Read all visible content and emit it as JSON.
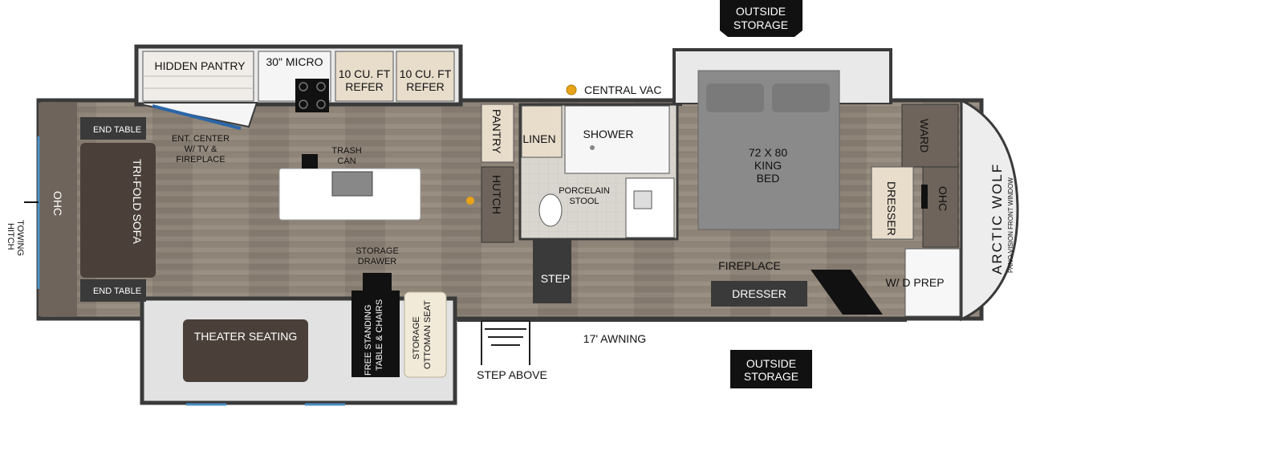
{
  "labels": {
    "outside_storage_top": [
      "OUTSIDE",
      "STORAGE"
    ],
    "outside_storage_bottom": [
      "OUTSIDE",
      "STORAGE"
    ],
    "hidden_pantry": "HIDDEN PANTRY",
    "micro": "30\" MICRO",
    "refer1": [
      "10 CU. FT",
      "REFER"
    ],
    "refer2": [
      "10 CU. FT",
      "REFER"
    ],
    "central_vac": "CENTRAL VAC",
    "pantry": "PANTRY",
    "linen": "LINEN",
    "shower": "SHOWER",
    "bed": [
      "72 X 80",
      "KING",
      "BED"
    ],
    "ward": "WARD",
    "dresser_bedroom": "DRESSER",
    "ohc_front": "OHC",
    "brand": "ARCTIC WOLF",
    "brand_sub": "PANO-VISION FRONT WINDOW",
    "end_table_top": "END TABLE",
    "end_table_bottom": "END TABLE",
    "ent_center": [
      "ENT. CENTER",
      "W/ TV &",
      "FIREPLACE"
    ],
    "trash_can": [
      "TRASH",
      "CAN"
    ],
    "hutch": "HUTCH",
    "porcelain_stool": [
      "PORCELAIN",
      "STOOL"
    ],
    "tri_fold_sofa": "TRI-FOLD SOFA",
    "ohc_rear": "OHC",
    "towing_hitch": [
      "TOWING",
      "HITCH"
    ],
    "storage_drawer": [
      "STORAGE",
      "DRAWER"
    ],
    "step": "STEP",
    "fireplace": "FIREPLACE",
    "dresser_living": "DRESSER",
    "wd_prep": "W/ D PREP",
    "theater_seating": "THEATER SEATING",
    "table_chairs": [
      "FREE STANDING",
      "TABLE & CHAIRS"
    ],
    "ottoman": [
      "STORAGE",
      "OTTOMAN SEAT"
    ],
    "awning": "17' AWNING",
    "step_above": "STEP ABOVE"
  },
  "colors": {
    "wall": "#3a3a3a",
    "floor": "#8f8478",
    "counter": "#ffffff",
    "cabinet": "#e8dccb",
    "bed": "#8a8a8a",
    "sofa": "#4a4039",
    "badge": "#111111",
    "vac_dot": "#e8a317",
    "window": "#4a8fc4"
  }
}
